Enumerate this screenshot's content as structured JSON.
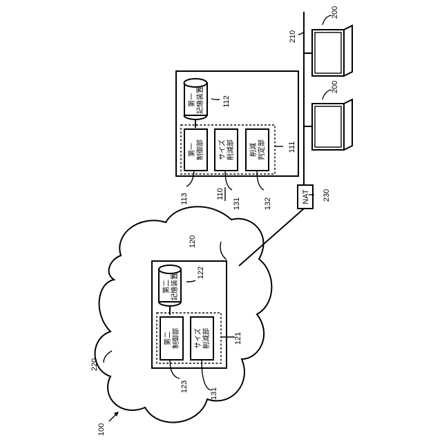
{
  "labels": {
    "system": "100",
    "terminal_upper": "200",
    "terminal_lower": "200",
    "lan": "210",
    "cloud": "220",
    "nat_ref": "230",
    "nat_text": "NAT",
    "first_server": "110",
    "first_group": "111",
    "first_storage_ref": "112",
    "first_control_ref": "113",
    "first_reduction_ref": "131",
    "judge_ref": "132",
    "second_server": "120",
    "second_group": "121",
    "second_storage_ref": "122",
    "second_control_ref": "123",
    "second_reduction_ref": "131"
  },
  "blocks": {
    "first_storage": [
      "第一",
      "記憶装置"
    ],
    "first_control": [
      "第一",
      "制御部"
    ],
    "first_reduction": [
      "サイズ",
      "削減部"
    ],
    "judge": [
      "削減",
      "判定部"
    ],
    "second_storage": [
      "第二",
      "記憶装置"
    ],
    "second_control": [
      "第二",
      "制御部"
    ],
    "second_reduction": [
      "サイズ",
      "削減部"
    ]
  }
}
